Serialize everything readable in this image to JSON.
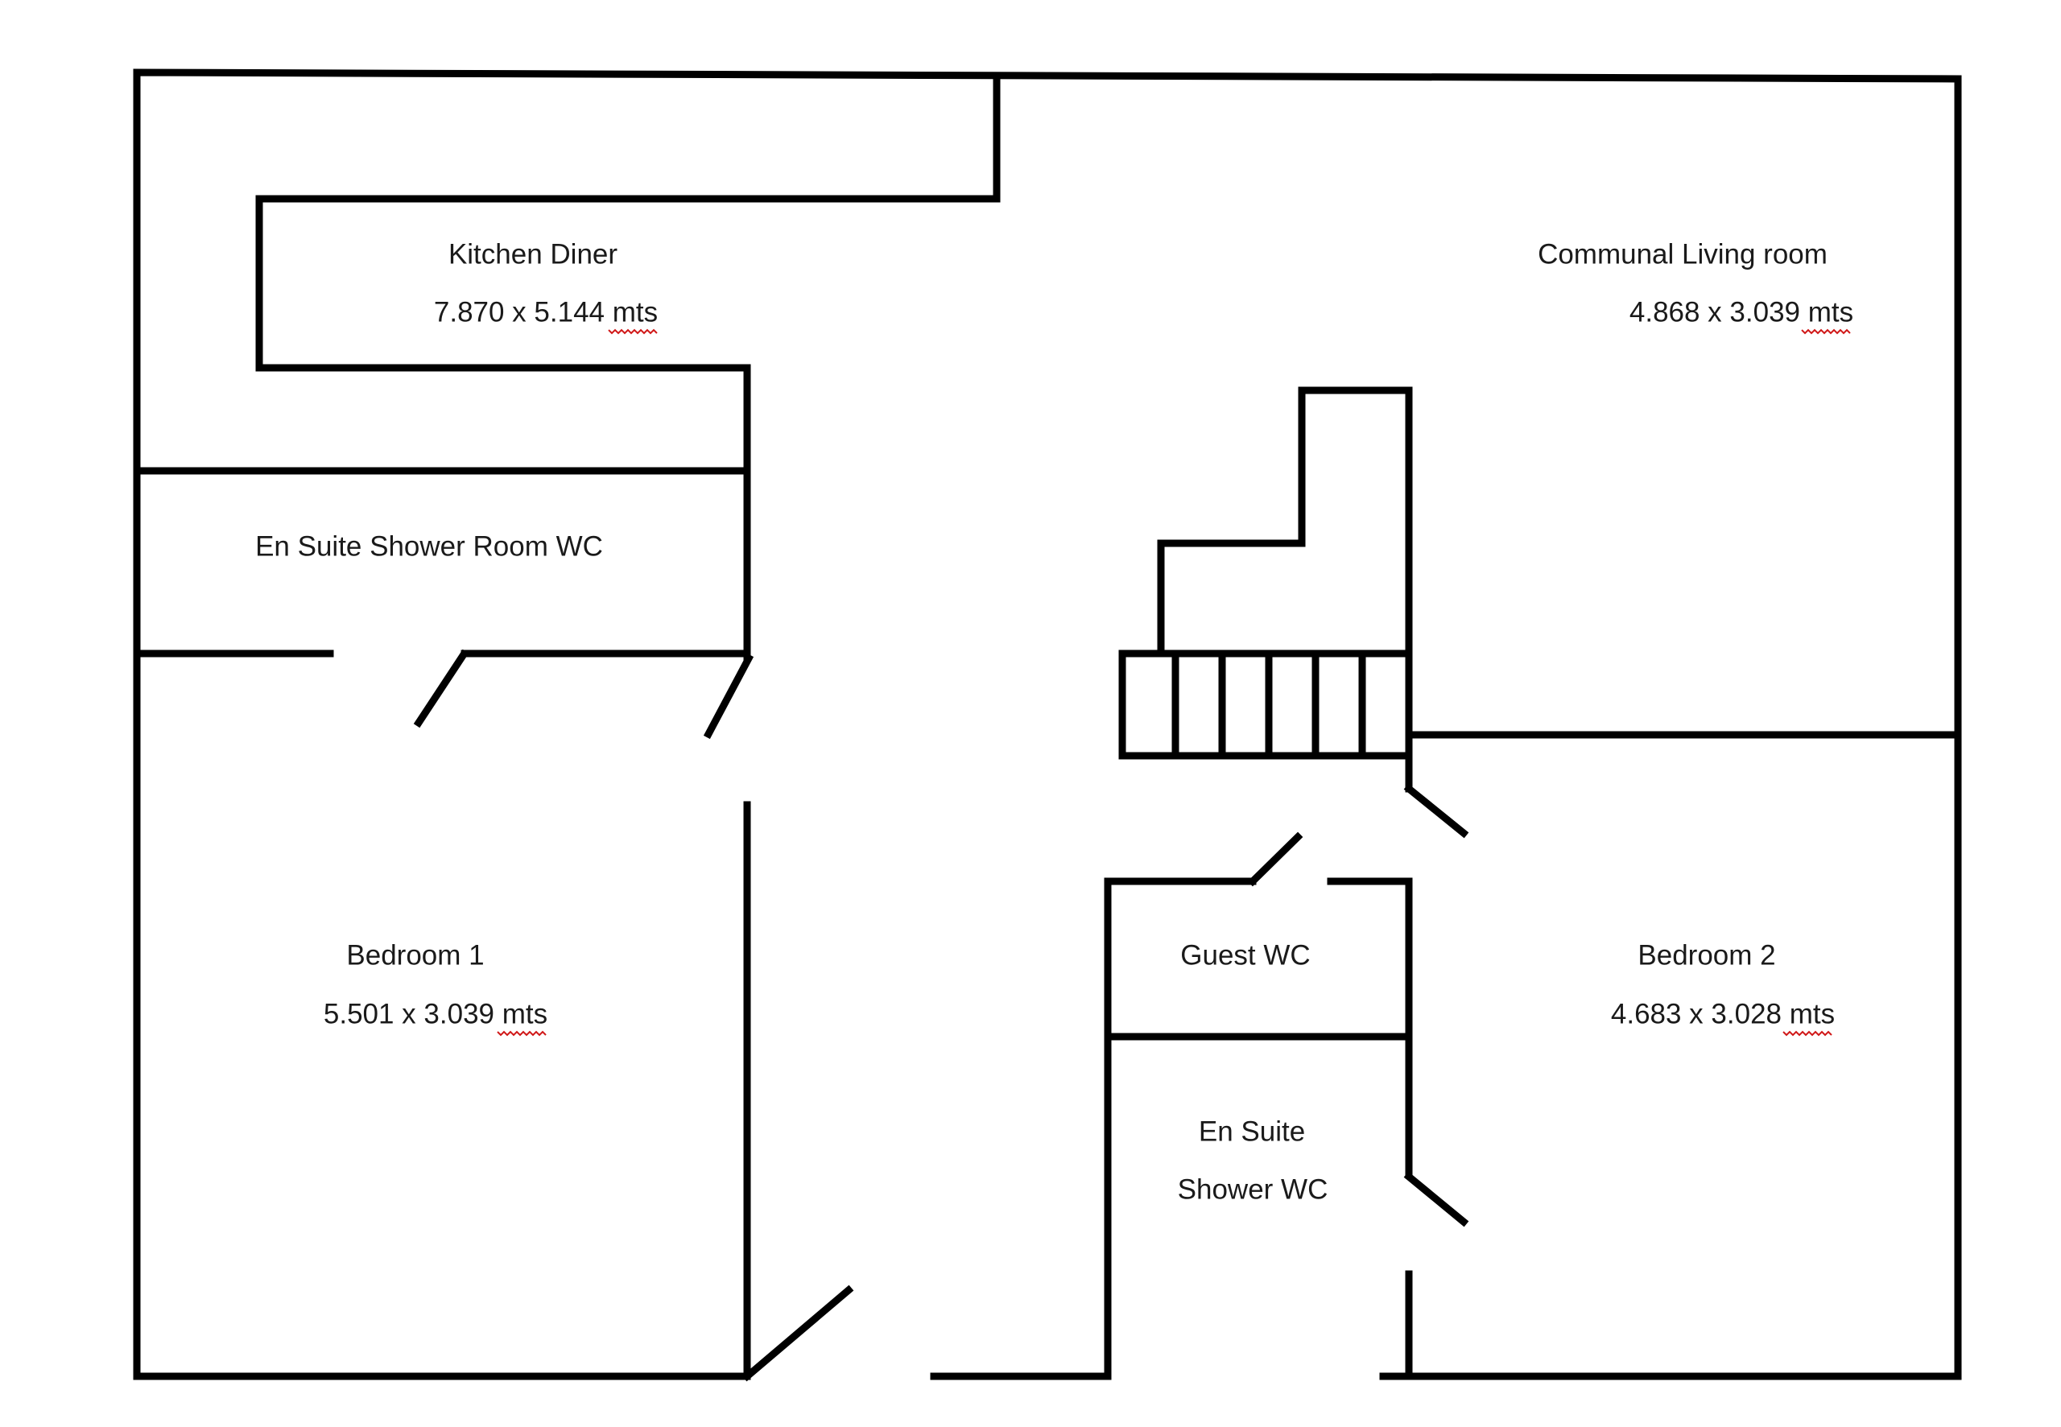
{
  "colors": {
    "walls": "#000000",
    "text": "#1a1a1a",
    "spellcheck_underline": "#d01818",
    "background": "#ffffff"
  },
  "rooms": {
    "kitchen": {
      "name": "Kitchen Diner",
      "size": "7.870 x 5.144 mts"
    },
    "living": {
      "name": "Communal Living room",
      "size": "4.868 x 3.039 mts"
    },
    "ensuite_shower_room": {
      "name": "En Suite Shower Room WC"
    },
    "bedroom1": {
      "name": "Bedroom 1",
      "size": "5.501 x 3.039 mts"
    },
    "guest_wc": {
      "name": "Guest WC"
    },
    "bedroom2": {
      "name": "Bedroom 2",
      "size": "4.683 x 3.028 mts"
    },
    "ensuite_shower_wc": {
      "name_line1": "En Suite",
      "name_line2": "Shower WC"
    }
  }
}
